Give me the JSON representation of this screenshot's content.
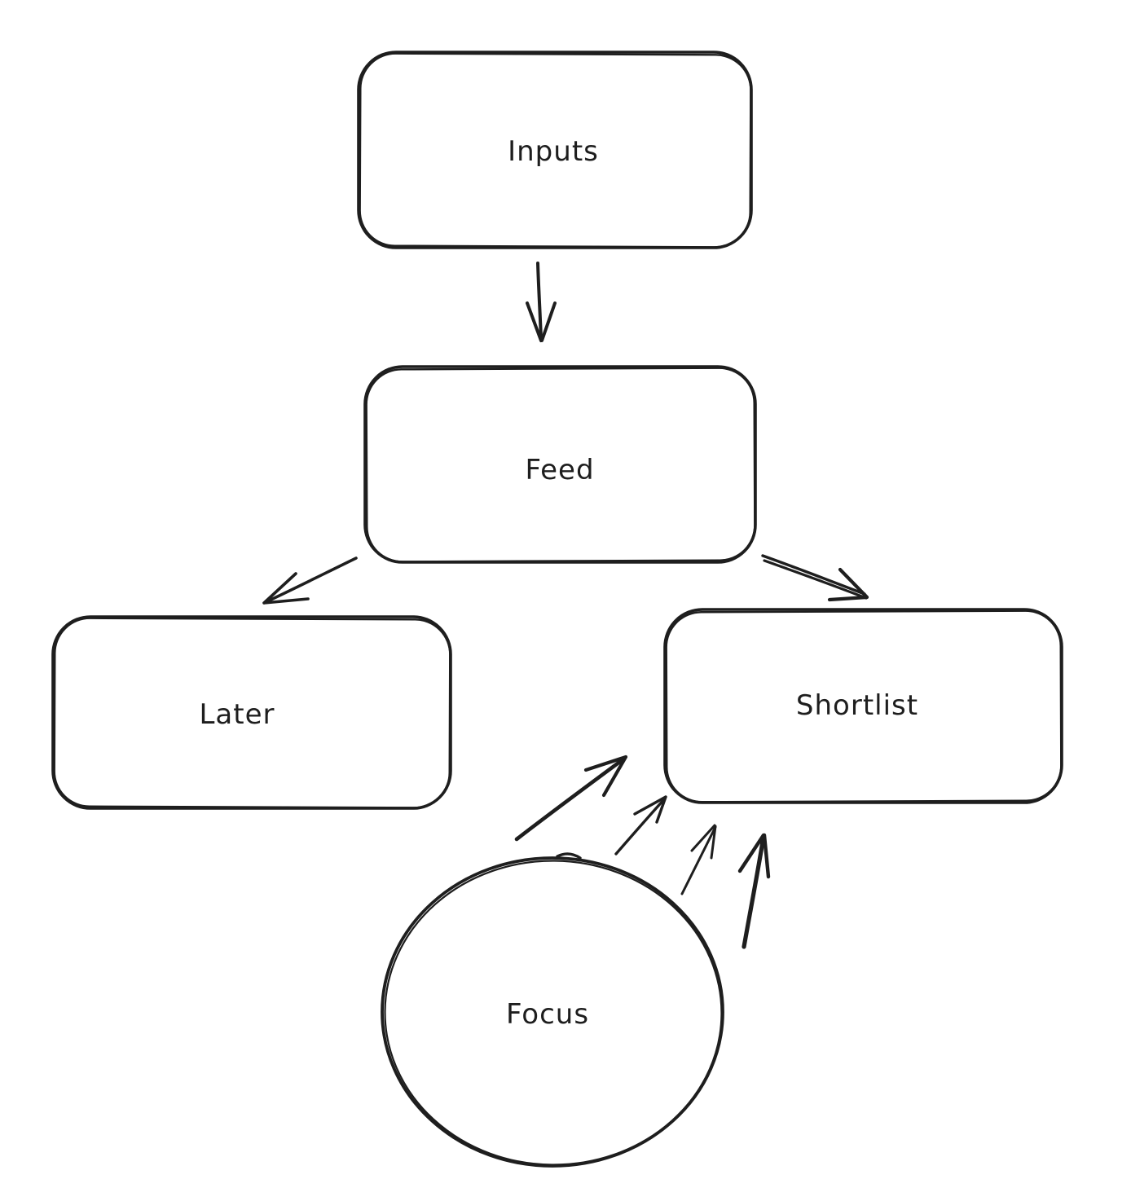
{
  "canvas": {
    "background_color": "#ffffff",
    "stroke_color": "#1e1e1e",
    "style": "hand-drawn-whiteboard"
  },
  "nodes": [
    {
      "id": "inputs",
      "label": "Inputs",
      "shape": "rounded-rectangle"
    },
    {
      "id": "feed",
      "label": "Feed",
      "shape": "rounded-rectangle"
    },
    {
      "id": "later",
      "label": "Later",
      "shape": "rounded-rectangle"
    },
    {
      "id": "shortlist",
      "label": "Shortlist",
      "shape": "rounded-rectangle"
    },
    {
      "id": "focus",
      "label": "Focus",
      "shape": "circle"
    }
  ],
  "edges": [
    {
      "from": "inputs",
      "to": "feed",
      "type": "arrow",
      "arrow_count": 1
    },
    {
      "from": "feed",
      "to": "later",
      "type": "arrow",
      "arrow_count": 1
    },
    {
      "from": "feed",
      "to": "shortlist",
      "type": "arrow",
      "arrow_count": 1
    },
    {
      "from": "focus",
      "to": "shortlist",
      "type": "arrow",
      "arrow_count": 4
    }
  ]
}
